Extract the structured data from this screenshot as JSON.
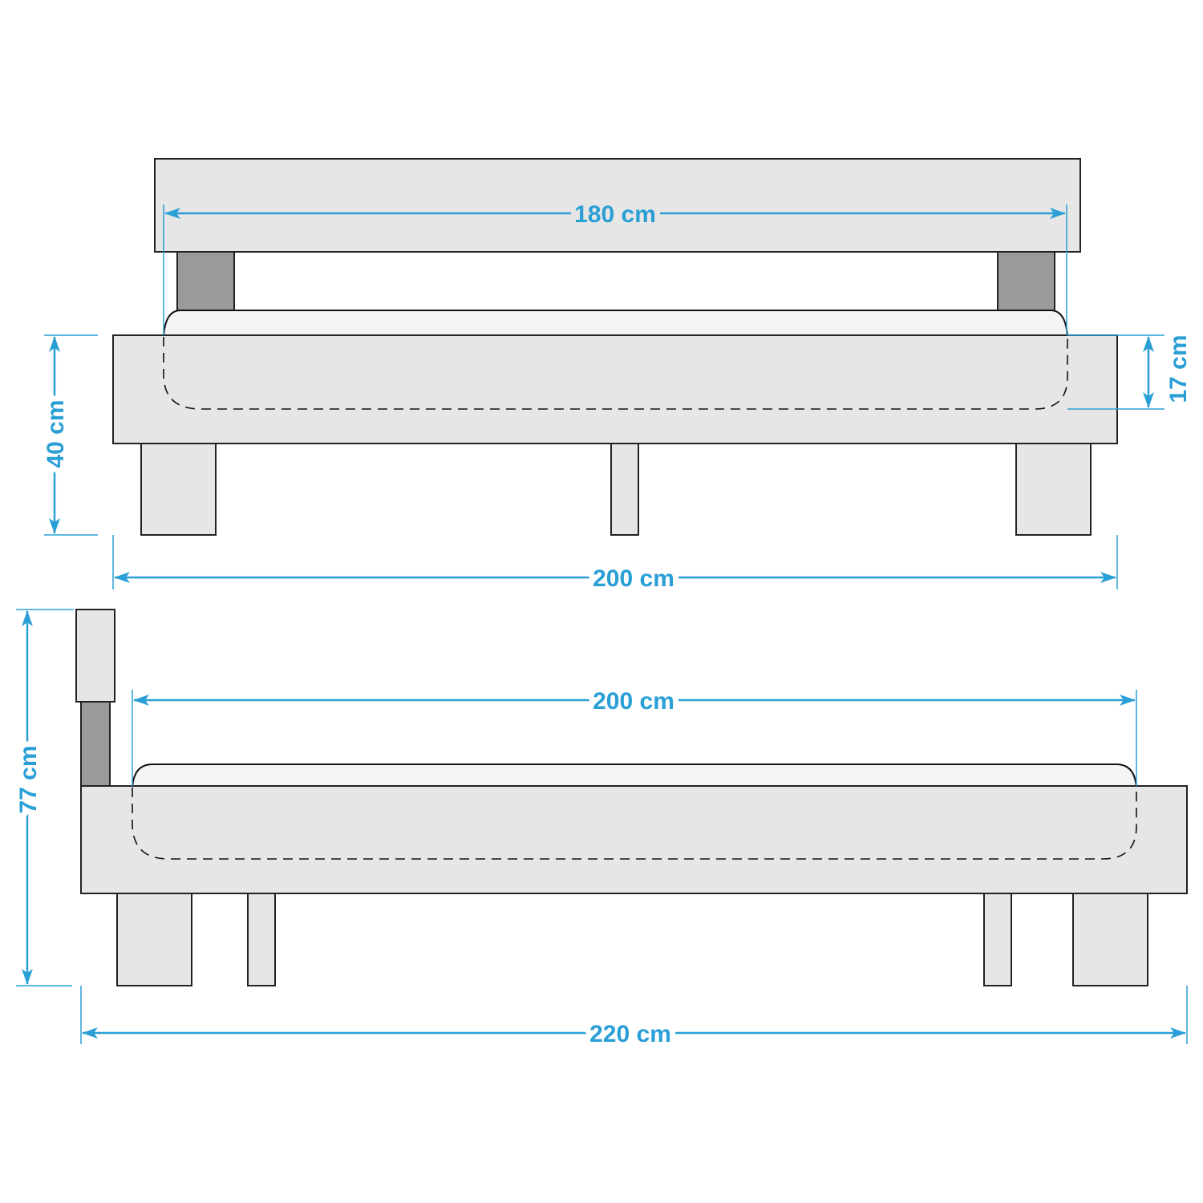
{
  "colors": {
    "dimension": "#2a9fd6",
    "part_fill": "#e6e6e6",
    "post_fill": "#9a9a9a",
    "outline": "#222222"
  },
  "front_view": {
    "headboard_width_label": "180 cm",
    "total_height_label": "40 cm",
    "mattress_height_label": "17 cm",
    "total_width_label": "200 cm"
  },
  "side_view": {
    "total_height_label": "77 cm",
    "mattress_length_label": "200 cm",
    "total_length_label": "220 cm"
  }
}
